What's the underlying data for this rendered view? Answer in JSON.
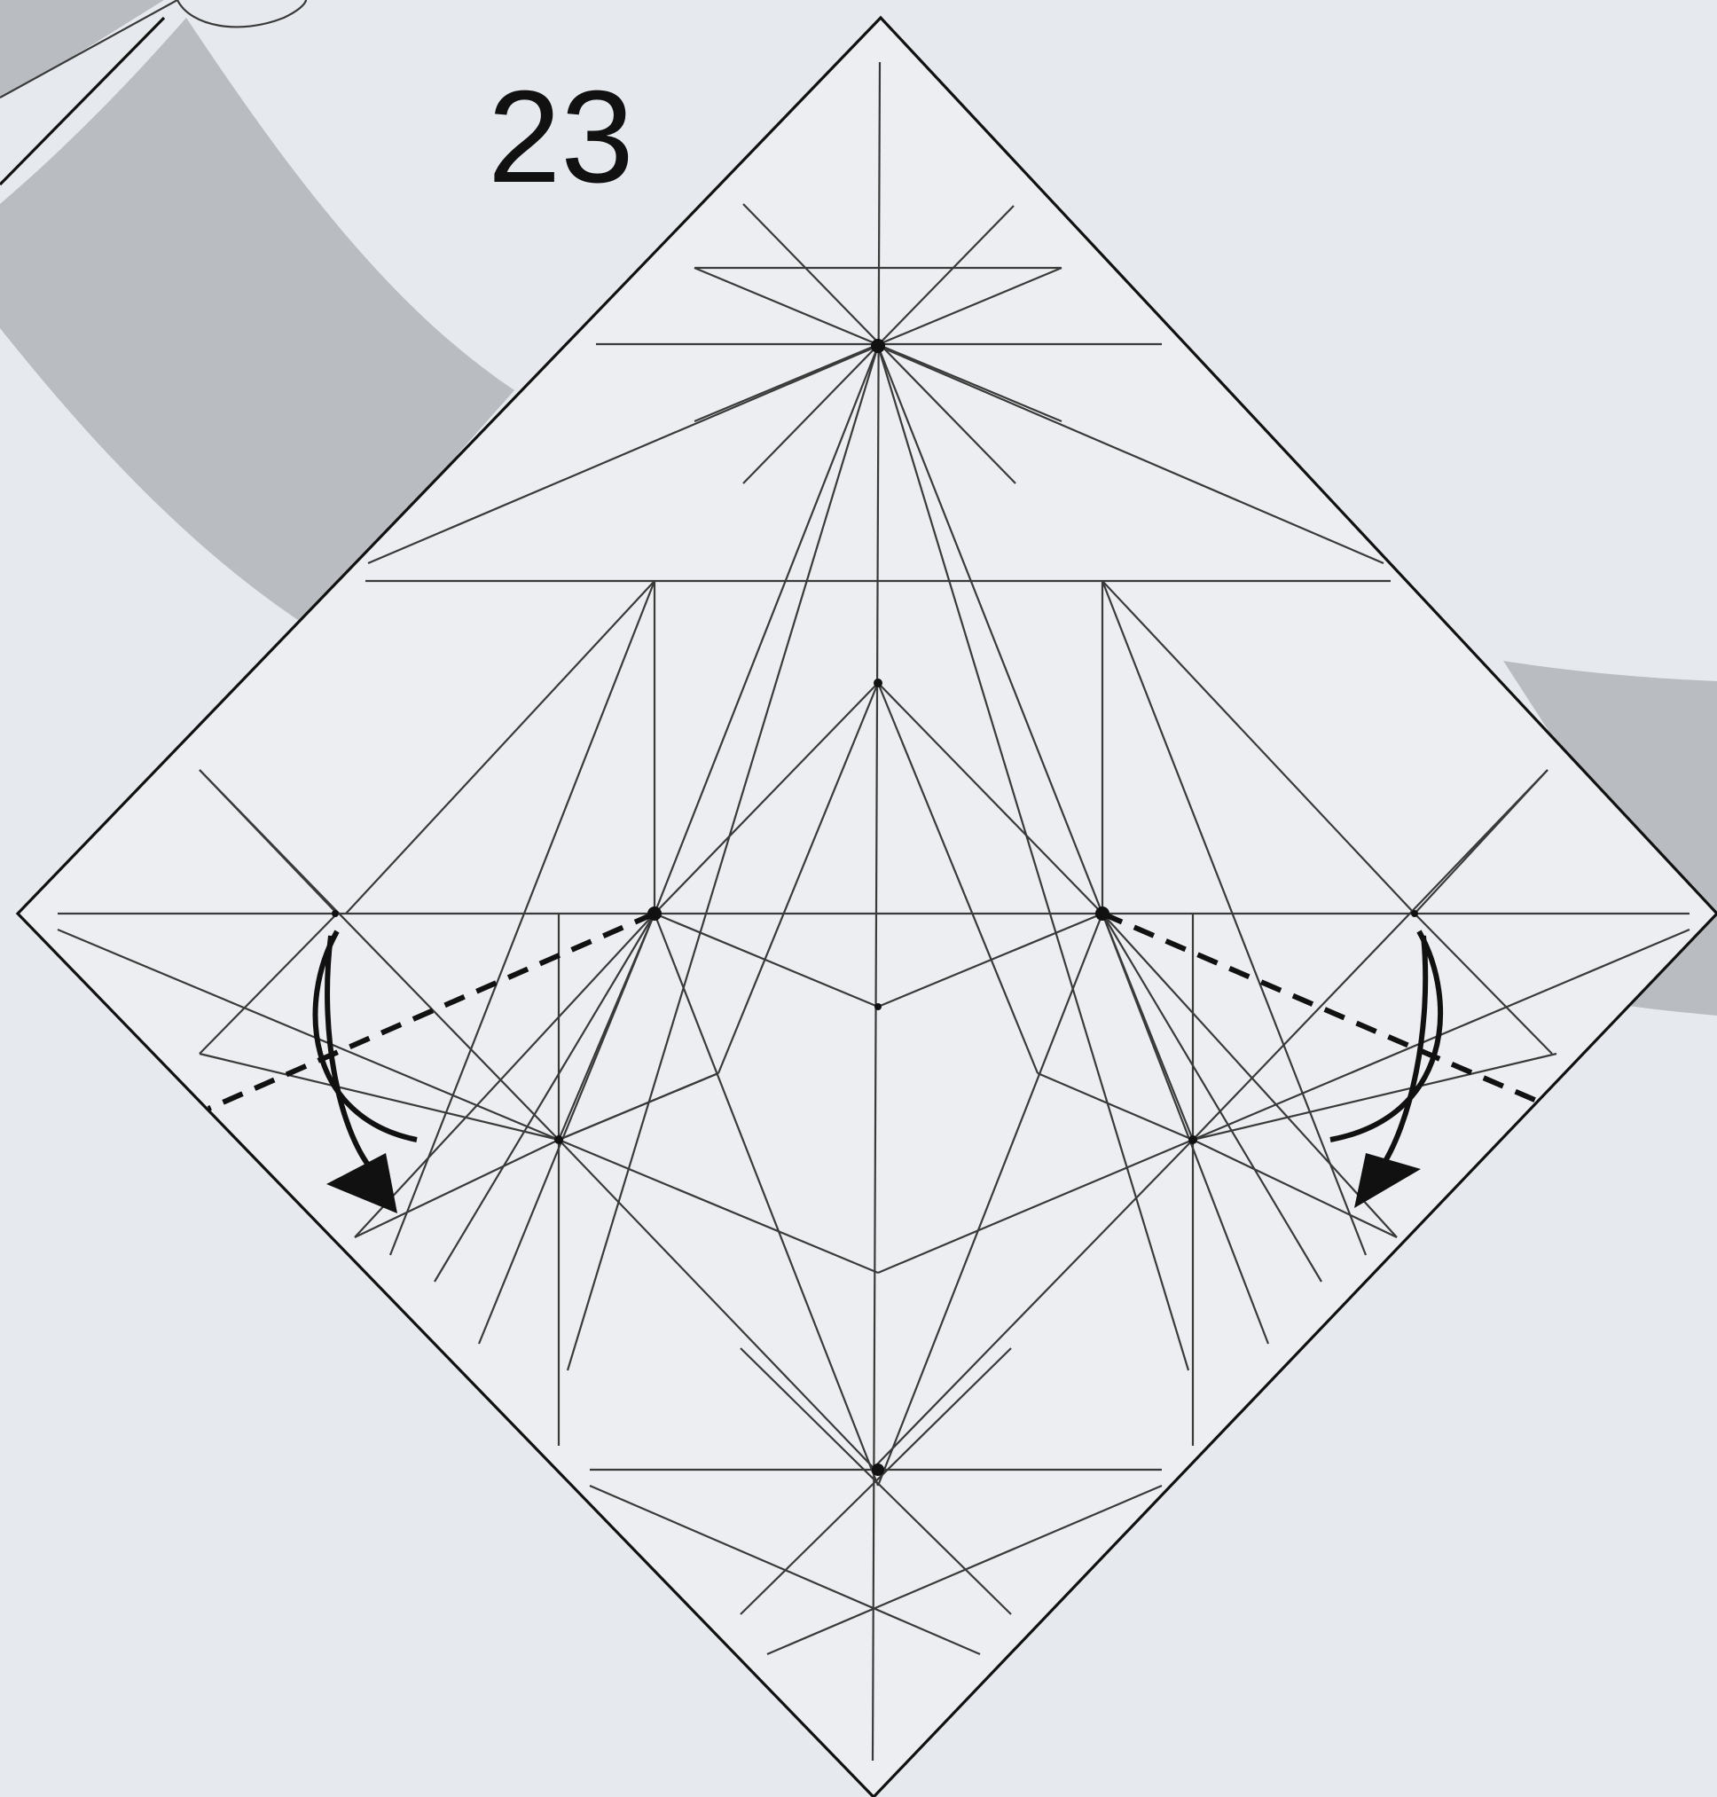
{
  "step": {
    "number": "23"
  },
  "colors": {
    "background": "#e6e9ed",
    "paper": "#eceef1",
    "band": "#b9bcc0",
    "line": "#111111",
    "crease": "#3a3a3a"
  },
  "symbols": {
    "valley_fold": "dashed-line",
    "fold_direction": "curved-arrow"
  },
  "icons": [
    "fold-arrow-icon"
  ]
}
